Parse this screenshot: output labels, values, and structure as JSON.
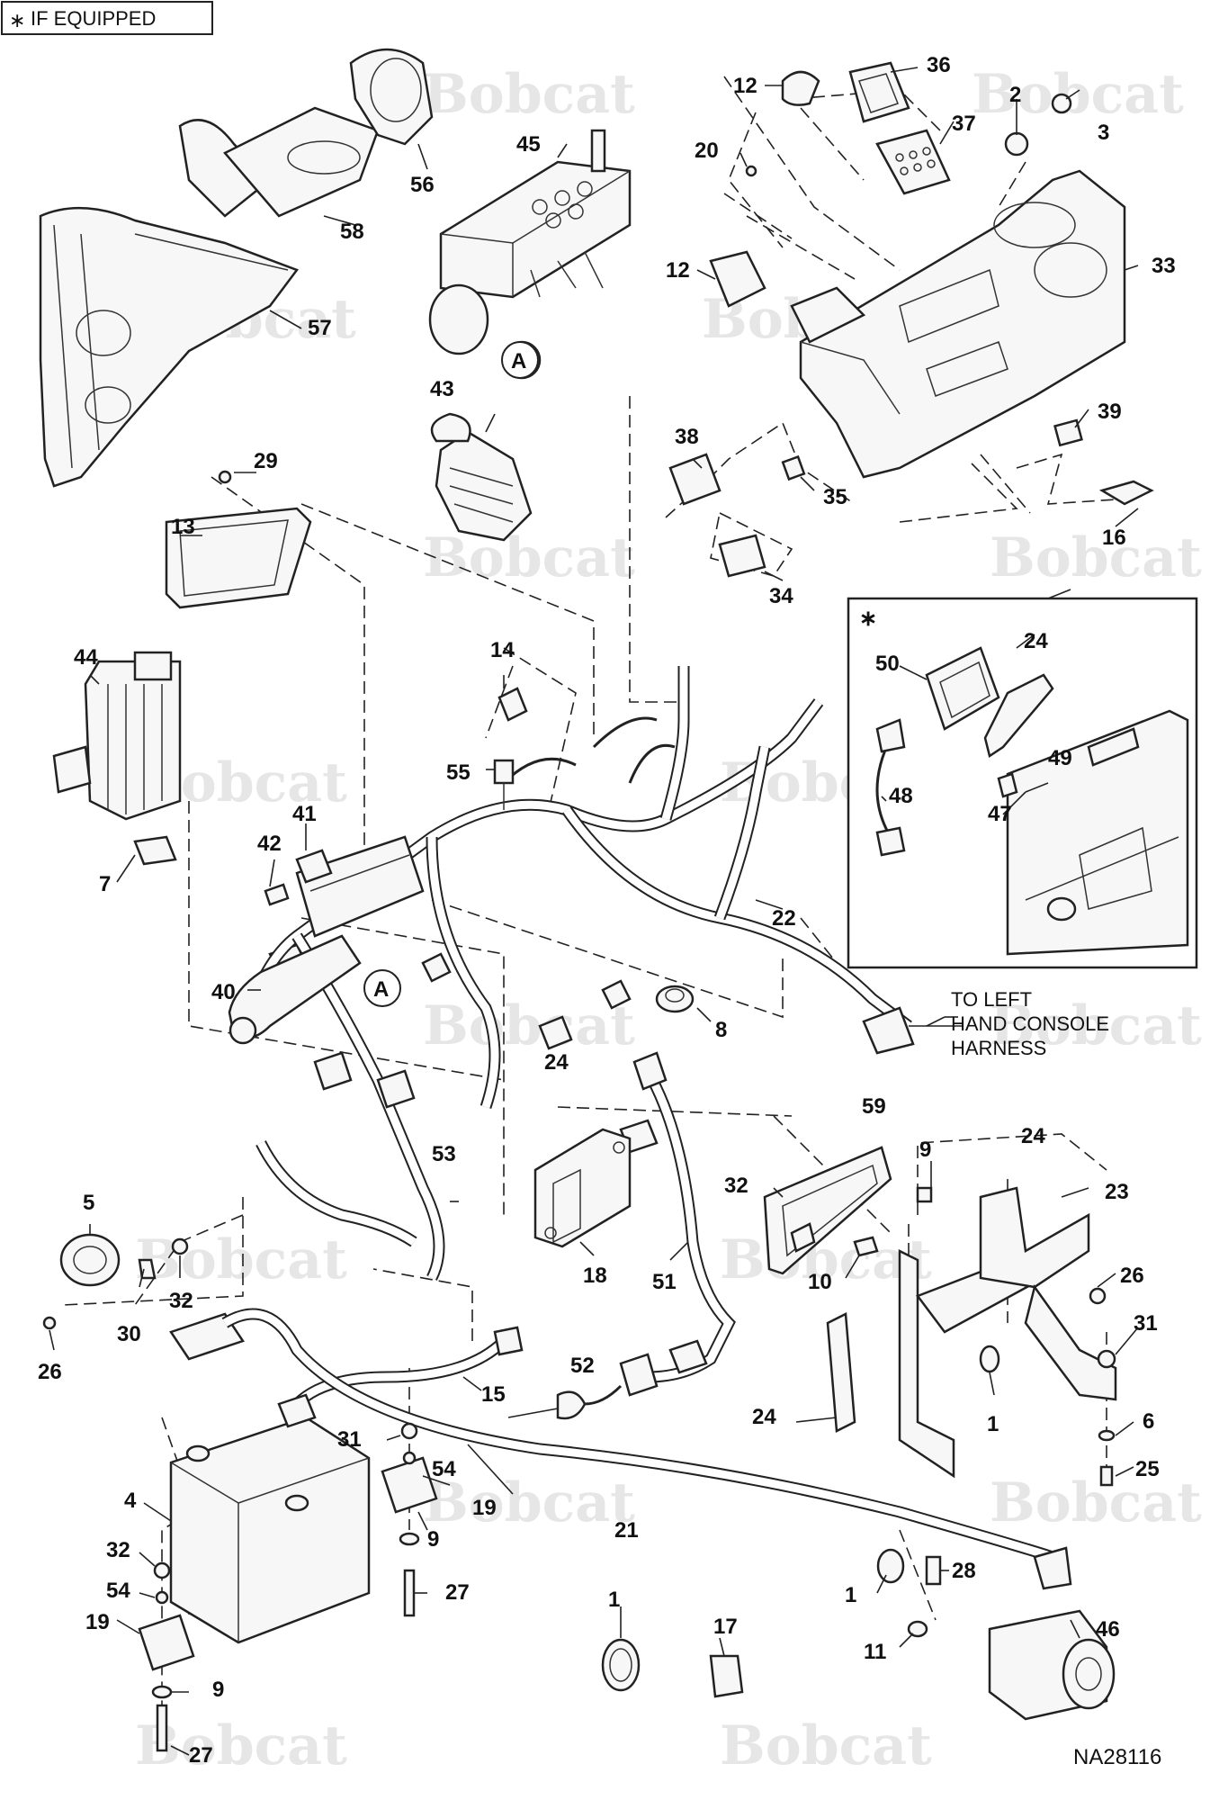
{
  "header": {
    "if_equipped_label": "IF EQUIPPED",
    "if_equipped_symbol": "∗"
  },
  "brand_watermark": "Bobcat",
  "inset_marker": "∗",
  "drawing_number": "NA28116",
  "callout_note": [
    "TO LEFT",
    "HAND CONSOLE",
    "HARNESS"
  ],
  "callouts": {
    "c1": "1",
    "c2": "2",
    "c3": "3",
    "c4": "4",
    "c5": "5",
    "c6": "6",
    "c7": "7",
    "c8": "8",
    "c9": "9",
    "c10": "10",
    "c11": "11",
    "c12": "12",
    "c13": "13",
    "c14": "14",
    "c15": "15",
    "c16": "16",
    "c17": "17",
    "c18": "18",
    "c19": "19",
    "c20": "20",
    "c21": "21",
    "c22": "22",
    "c23": "23",
    "c24": "24",
    "c25": "25",
    "c26": "26",
    "c27": "27",
    "c28": "28",
    "c29": "29",
    "c30": "30",
    "c31": "31",
    "c32": "32",
    "c33": "33",
    "c34": "34",
    "c35": "35",
    "c36": "36",
    "c37": "37",
    "c38": "38",
    "c39": "39",
    "c40": "40",
    "c41": "41",
    "c42": "42",
    "c43": "43",
    "c44": "44",
    "c45": "45",
    "c46": "46",
    "c47": "47",
    "c48": "48",
    "c49": "49",
    "c50": "50",
    "c51": "51",
    "c52": "52",
    "c53": "53",
    "c54": "54",
    "c55": "55",
    "c56": "56",
    "c57": "57",
    "c58": "58",
    "c59": "59"
  },
  "connection_markers": {
    "a": "A"
  }
}
